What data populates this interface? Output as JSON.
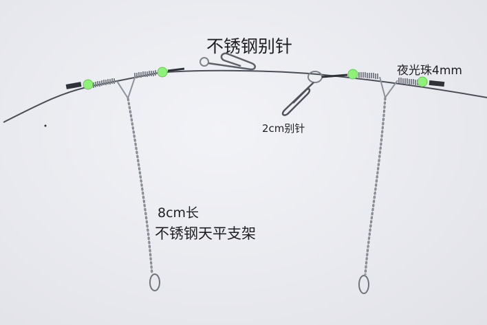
{
  "labels": {
    "stainless_pin": "不锈钢别针",
    "glow_bead": "夜光珠4mm",
    "pin_2cm": "2cm别针",
    "arm_length": "8cm长",
    "arm_name": "不锈钢天平支架"
  },
  "colors": {
    "background": "#e9eaef",
    "wire": "#4a4d55",
    "steel": "#8c9099",
    "bead": "#8ff07a",
    "text": "#1e1e22"
  }
}
